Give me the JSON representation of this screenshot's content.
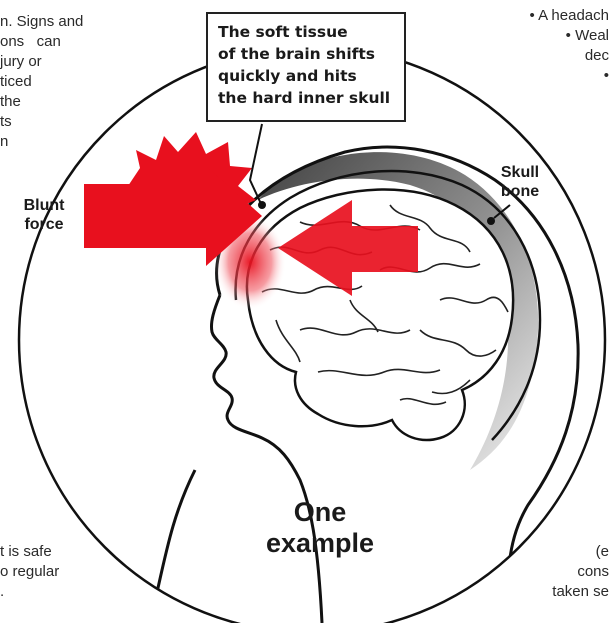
{
  "side_text": {
    "left_top": "n. Signs and\nons   can\njury or\nticed\nthe\nts\nn",
    "left_bottom": "t is safe\no regular\n.",
    "right_top": "• A headach\n• Weal\ndec\n•",
    "right_bottom": "(e\ncons\ntaken se"
  },
  "callout": {
    "text": "The soft tissue\nof the brain shifts\nquickly and hits\nthe hard inner skull"
  },
  "labels": {
    "blunt_force": "Blunt\nforce",
    "skull_bone": "Skull\nbone",
    "example": "One\nexample"
  },
  "colors": {
    "arrow_red": "#e8101e",
    "outline": "#111111",
    "skull_gradient_dark": "#444444"
  }
}
